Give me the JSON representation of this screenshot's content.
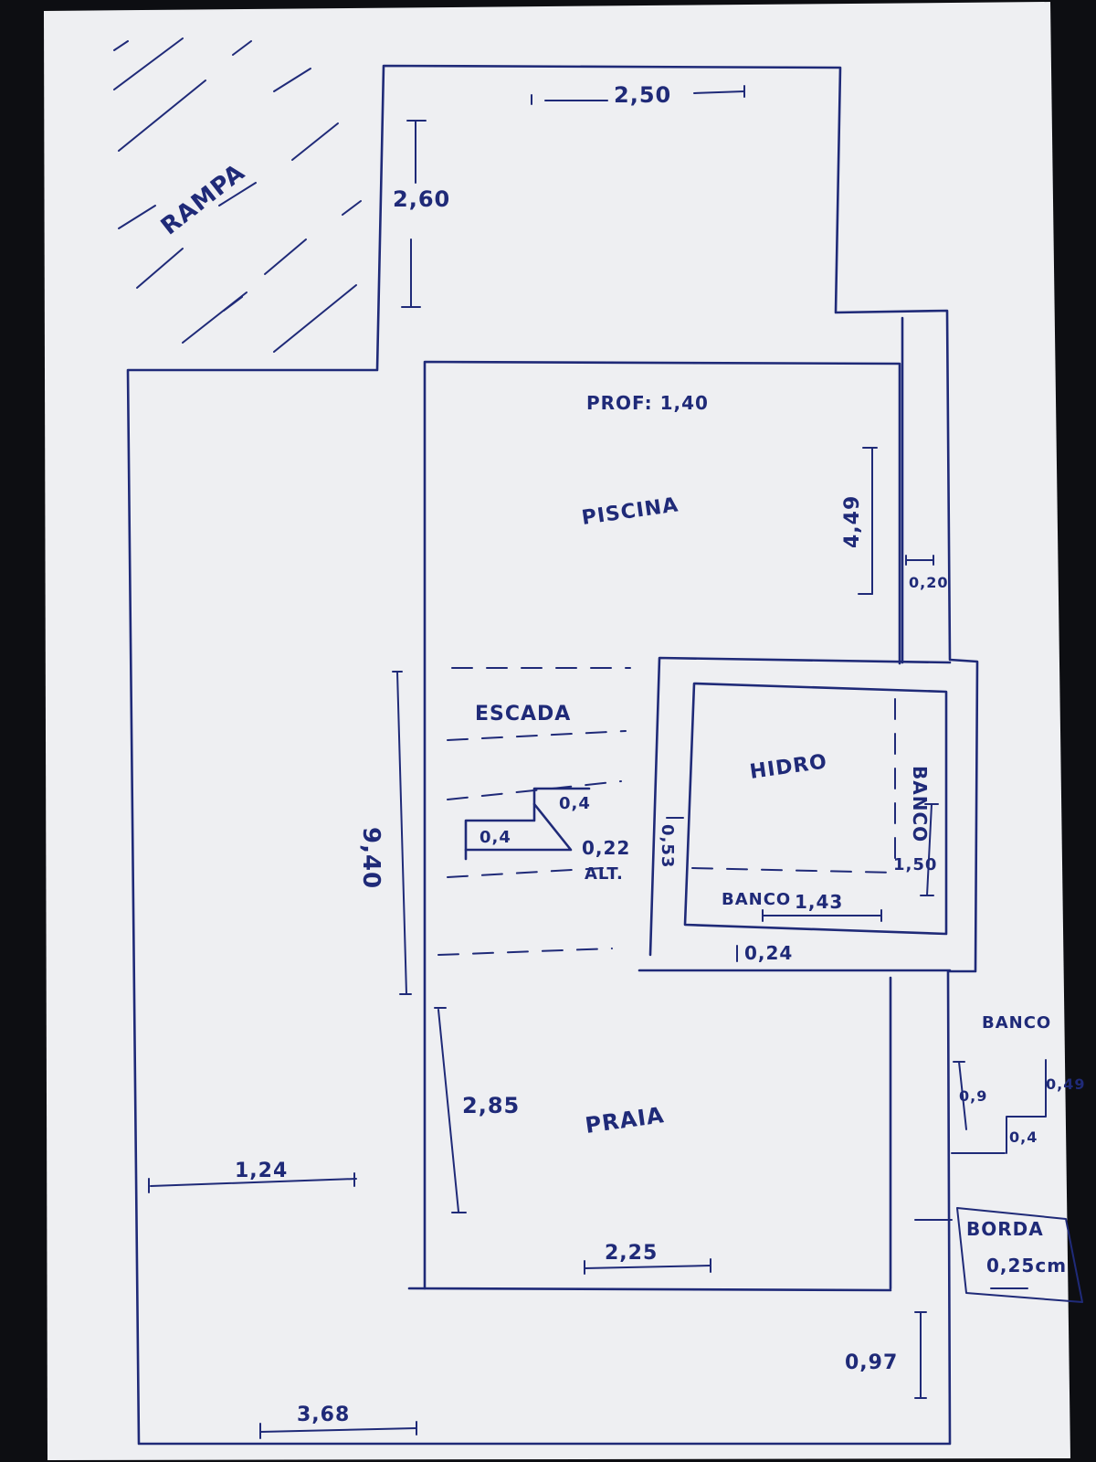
{
  "labels": {
    "rampa": "RAMPA",
    "top_width": "2,50",
    "top_height": "2,60",
    "prof": "PROF: 1,40",
    "piscina": "PISCINA",
    "dim_449": "4,49",
    "dim_020": "0,20",
    "escada": "ESCADA",
    "step_a": "0,4",
    "step_b": "0,4",
    "step_height": "0,22",
    "alt": "ALT.",
    "dim_940": "9,40",
    "hidro": "HIDRO",
    "hidro_side": "0,53",
    "banco_vertical": "BANCO",
    "dim_150": "1,50",
    "banco_bottom": "BANCO",
    "dim_143": "1,43",
    "dim_024": "0,24",
    "banco_right": "BANCO",
    "dim_049": "0,49",
    "dim_09": "0,9",
    "dim_04_right": "0,4",
    "dim_285": "2,85",
    "praia": "PRAIA",
    "dim_124": "1,24",
    "dim_225": "2,25",
    "borda": "BORDA",
    "borda_value": "0,25cm",
    "dim_097": "0,97",
    "dim_368": "3,68"
  }
}
